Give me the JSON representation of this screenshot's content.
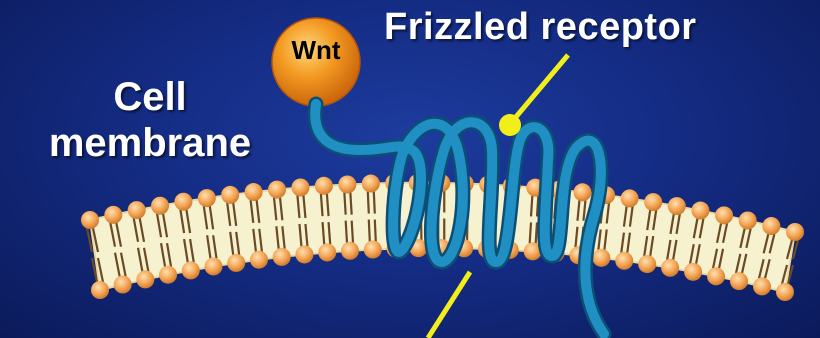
{
  "labels": {
    "frizzled_receptor": "Frizzled receptor",
    "cell_line1": "Cell",
    "cell_line2": "membrane",
    "ligand": "Wnt"
  },
  "colors": {
    "background": "#142c84",
    "text": "#ffffff",
    "receptor_strand": "#1f8fc4",
    "receptor_outline": "#0d4f74",
    "pointer_line": "#f2ee1a",
    "lipid_head": "#f2a04e",
    "lipid_body": "#f6f1cf",
    "lipid_tail": "#6b4a24",
    "wnt_ball": "#f08a1c"
  },
  "icons": {
    "membrane": "lipid-bilayer-icon",
    "receptor": "seven-pass-receptor-icon",
    "ligand": "wnt-ball-icon"
  }
}
